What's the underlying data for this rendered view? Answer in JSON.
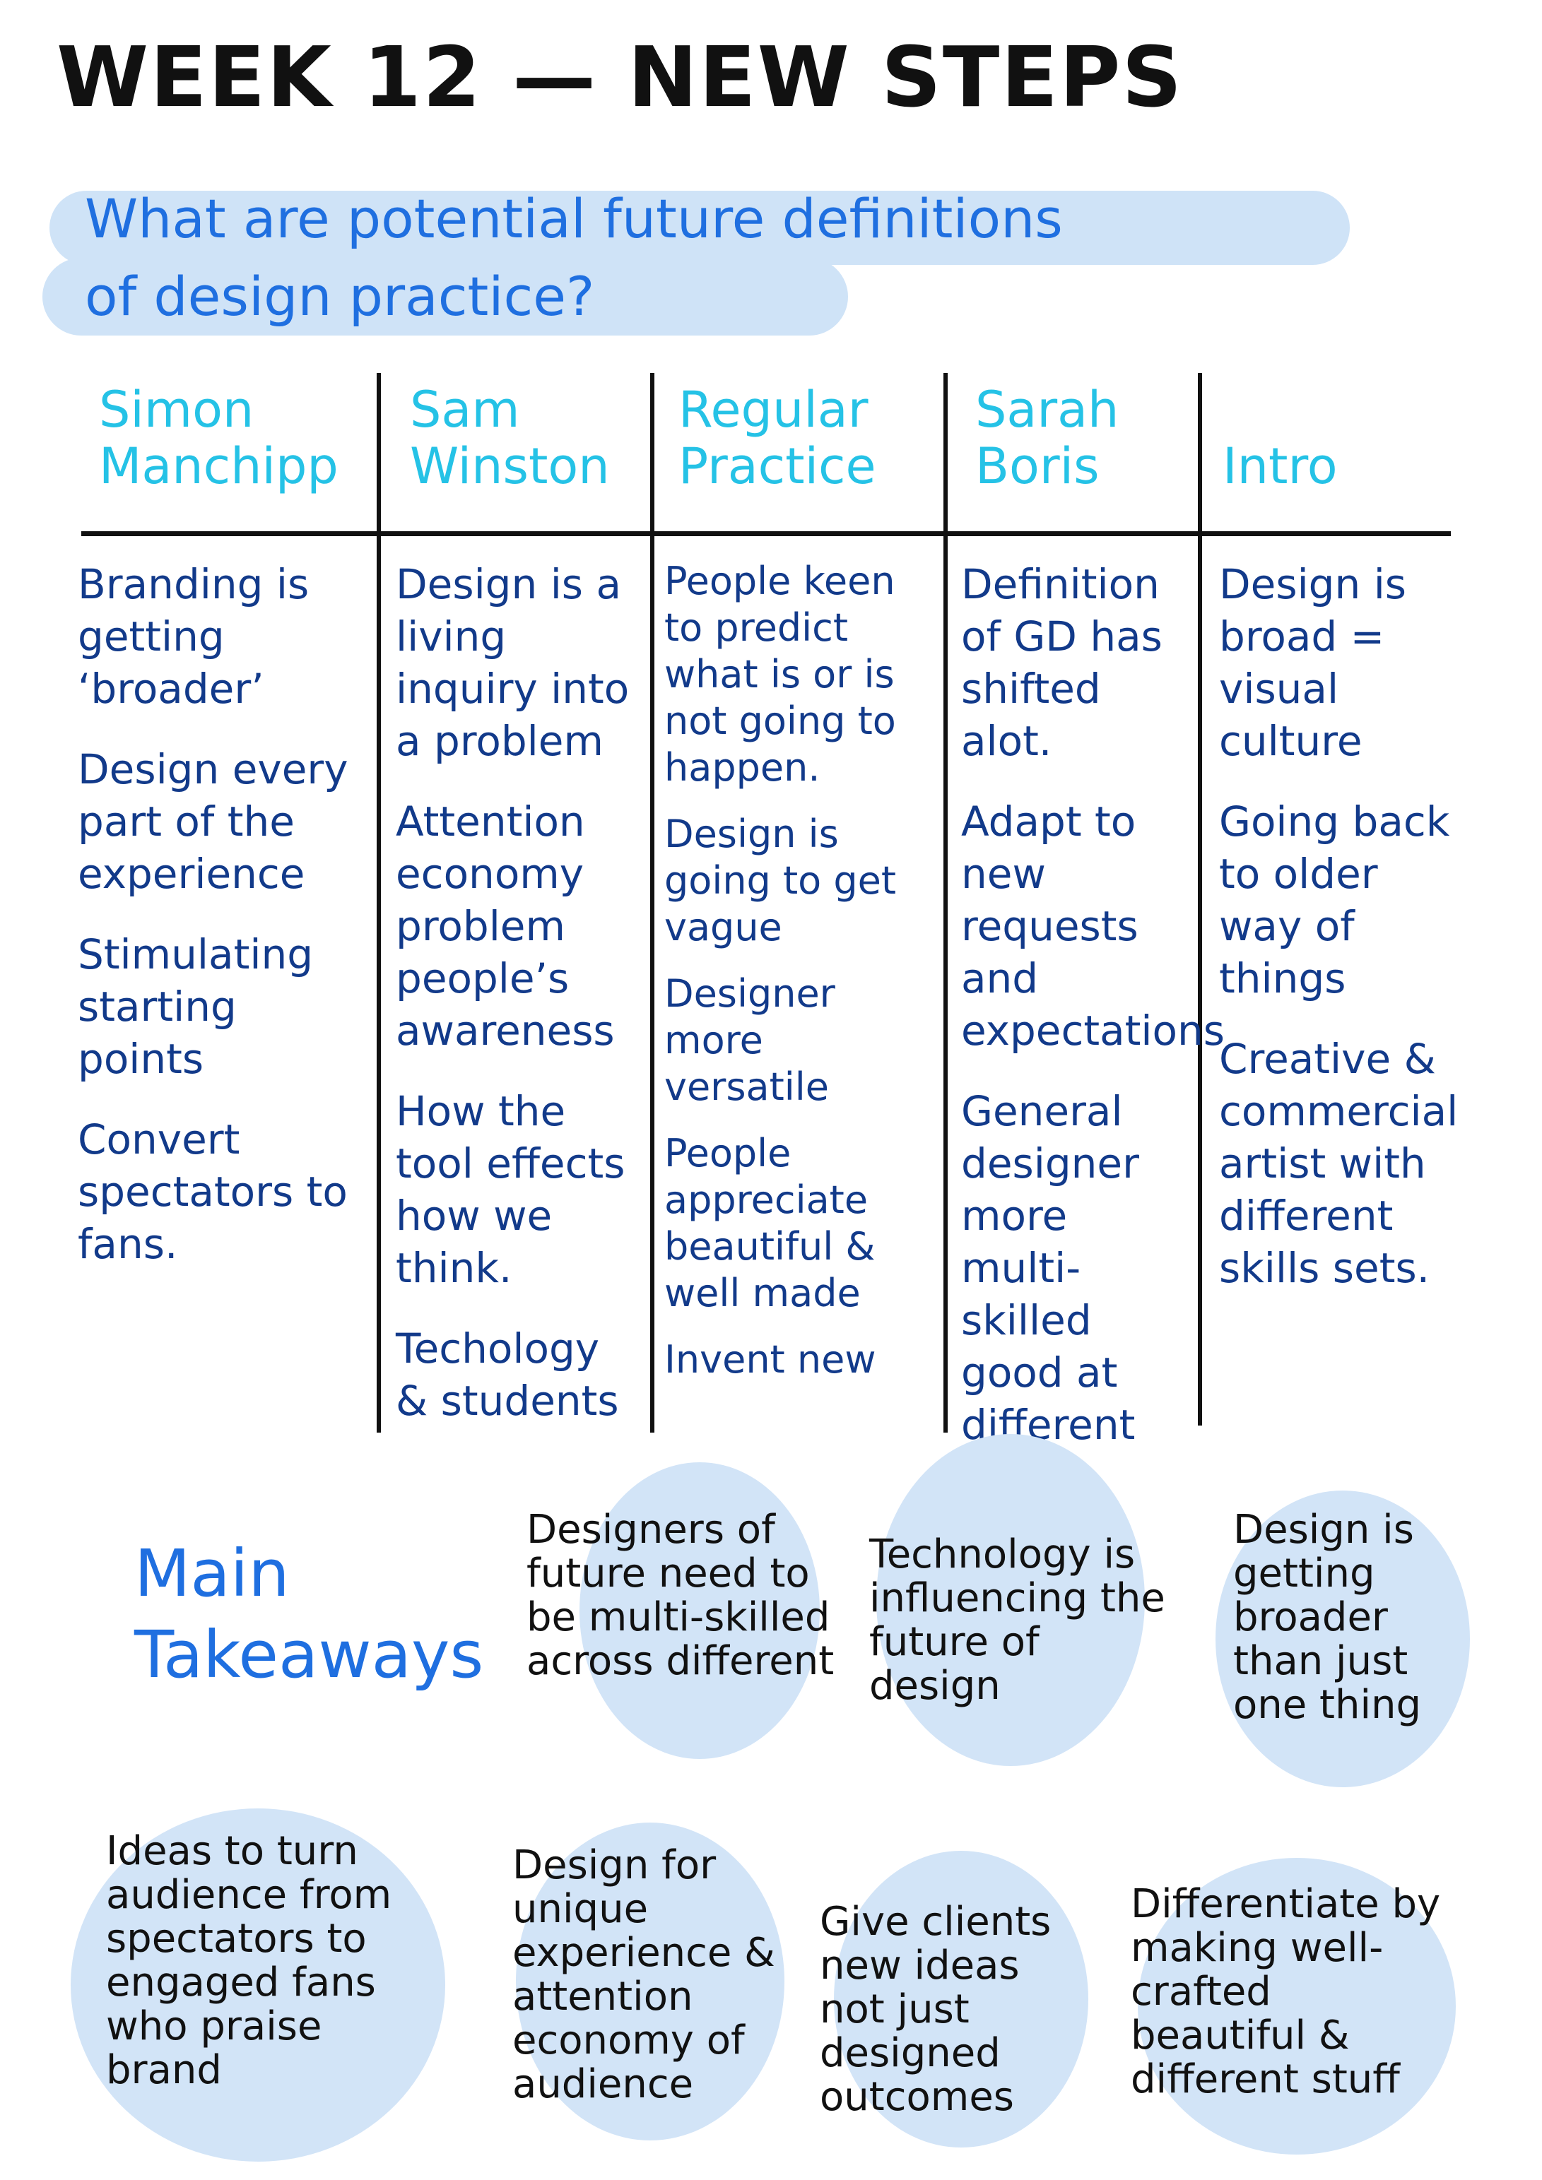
{
  "title": "WEEK 12 — NEW STEPS",
  "question": {
    "line1": "What are potential future definitions",
    "line2": "of design practice?"
  },
  "columns": [
    {
      "header": [
        "Simon",
        "Manchipp"
      ],
      "notes": [
        "Branding is getting ‘broader’",
        "Design every part of the experience",
        "Stimulating starting points",
        "Convert spectators to fans."
      ]
    },
    {
      "header": [
        "Sam",
        "Winston"
      ],
      "notes": [
        "Design is a living inquiry into a problem",
        "Attention economy problem people’s awareness",
        "How the tool effects how we think.",
        "Techology & students"
      ]
    },
    {
      "header": [
        "Regular",
        "Practice"
      ],
      "notes": [
        "People keen to predict what is or is not going to happen.",
        "Design is going to get vague",
        "Designer more versatile",
        "People appreciate beautiful & well made",
        "Invent new"
      ]
    },
    {
      "header": [
        "Sarah",
        "Boris"
      ],
      "notes": [
        "Definition of GD has shifted alot.",
        "Adapt to new requests and expectations",
        "General designer more multi-skilled good at different things"
      ]
    },
    {
      "header": [
        "Intro"
      ],
      "notes": [
        "Design is broad = visual culture",
        "Going back to older way of things",
        "Creative & commercial artist with different skills sets."
      ]
    }
  ],
  "takeaways": {
    "heading_line1": "Main",
    "heading_line2": "Takeaways",
    "items": [
      "Designers of future need to be multi-skilled across different",
      "Technology is influencing the future of design",
      "Design is getting broader than just one thing",
      "Ideas to turn audience from spectators to engaged fans who praise brand",
      "Design for unique experience & attention economy of audience",
      "Give clients new ideas not just designed outcomes",
      "Differentiate by making well-crafted beautiful & different stuff"
    ]
  },
  "colors": {
    "title": "#111111",
    "question": "#1f6fe0",
    "highlight": "#cfe3f7",
    "column_header": "#25c2e6",
    "notes": "#123a8a",
    "blob": "#d2e4f7"
  }
}
